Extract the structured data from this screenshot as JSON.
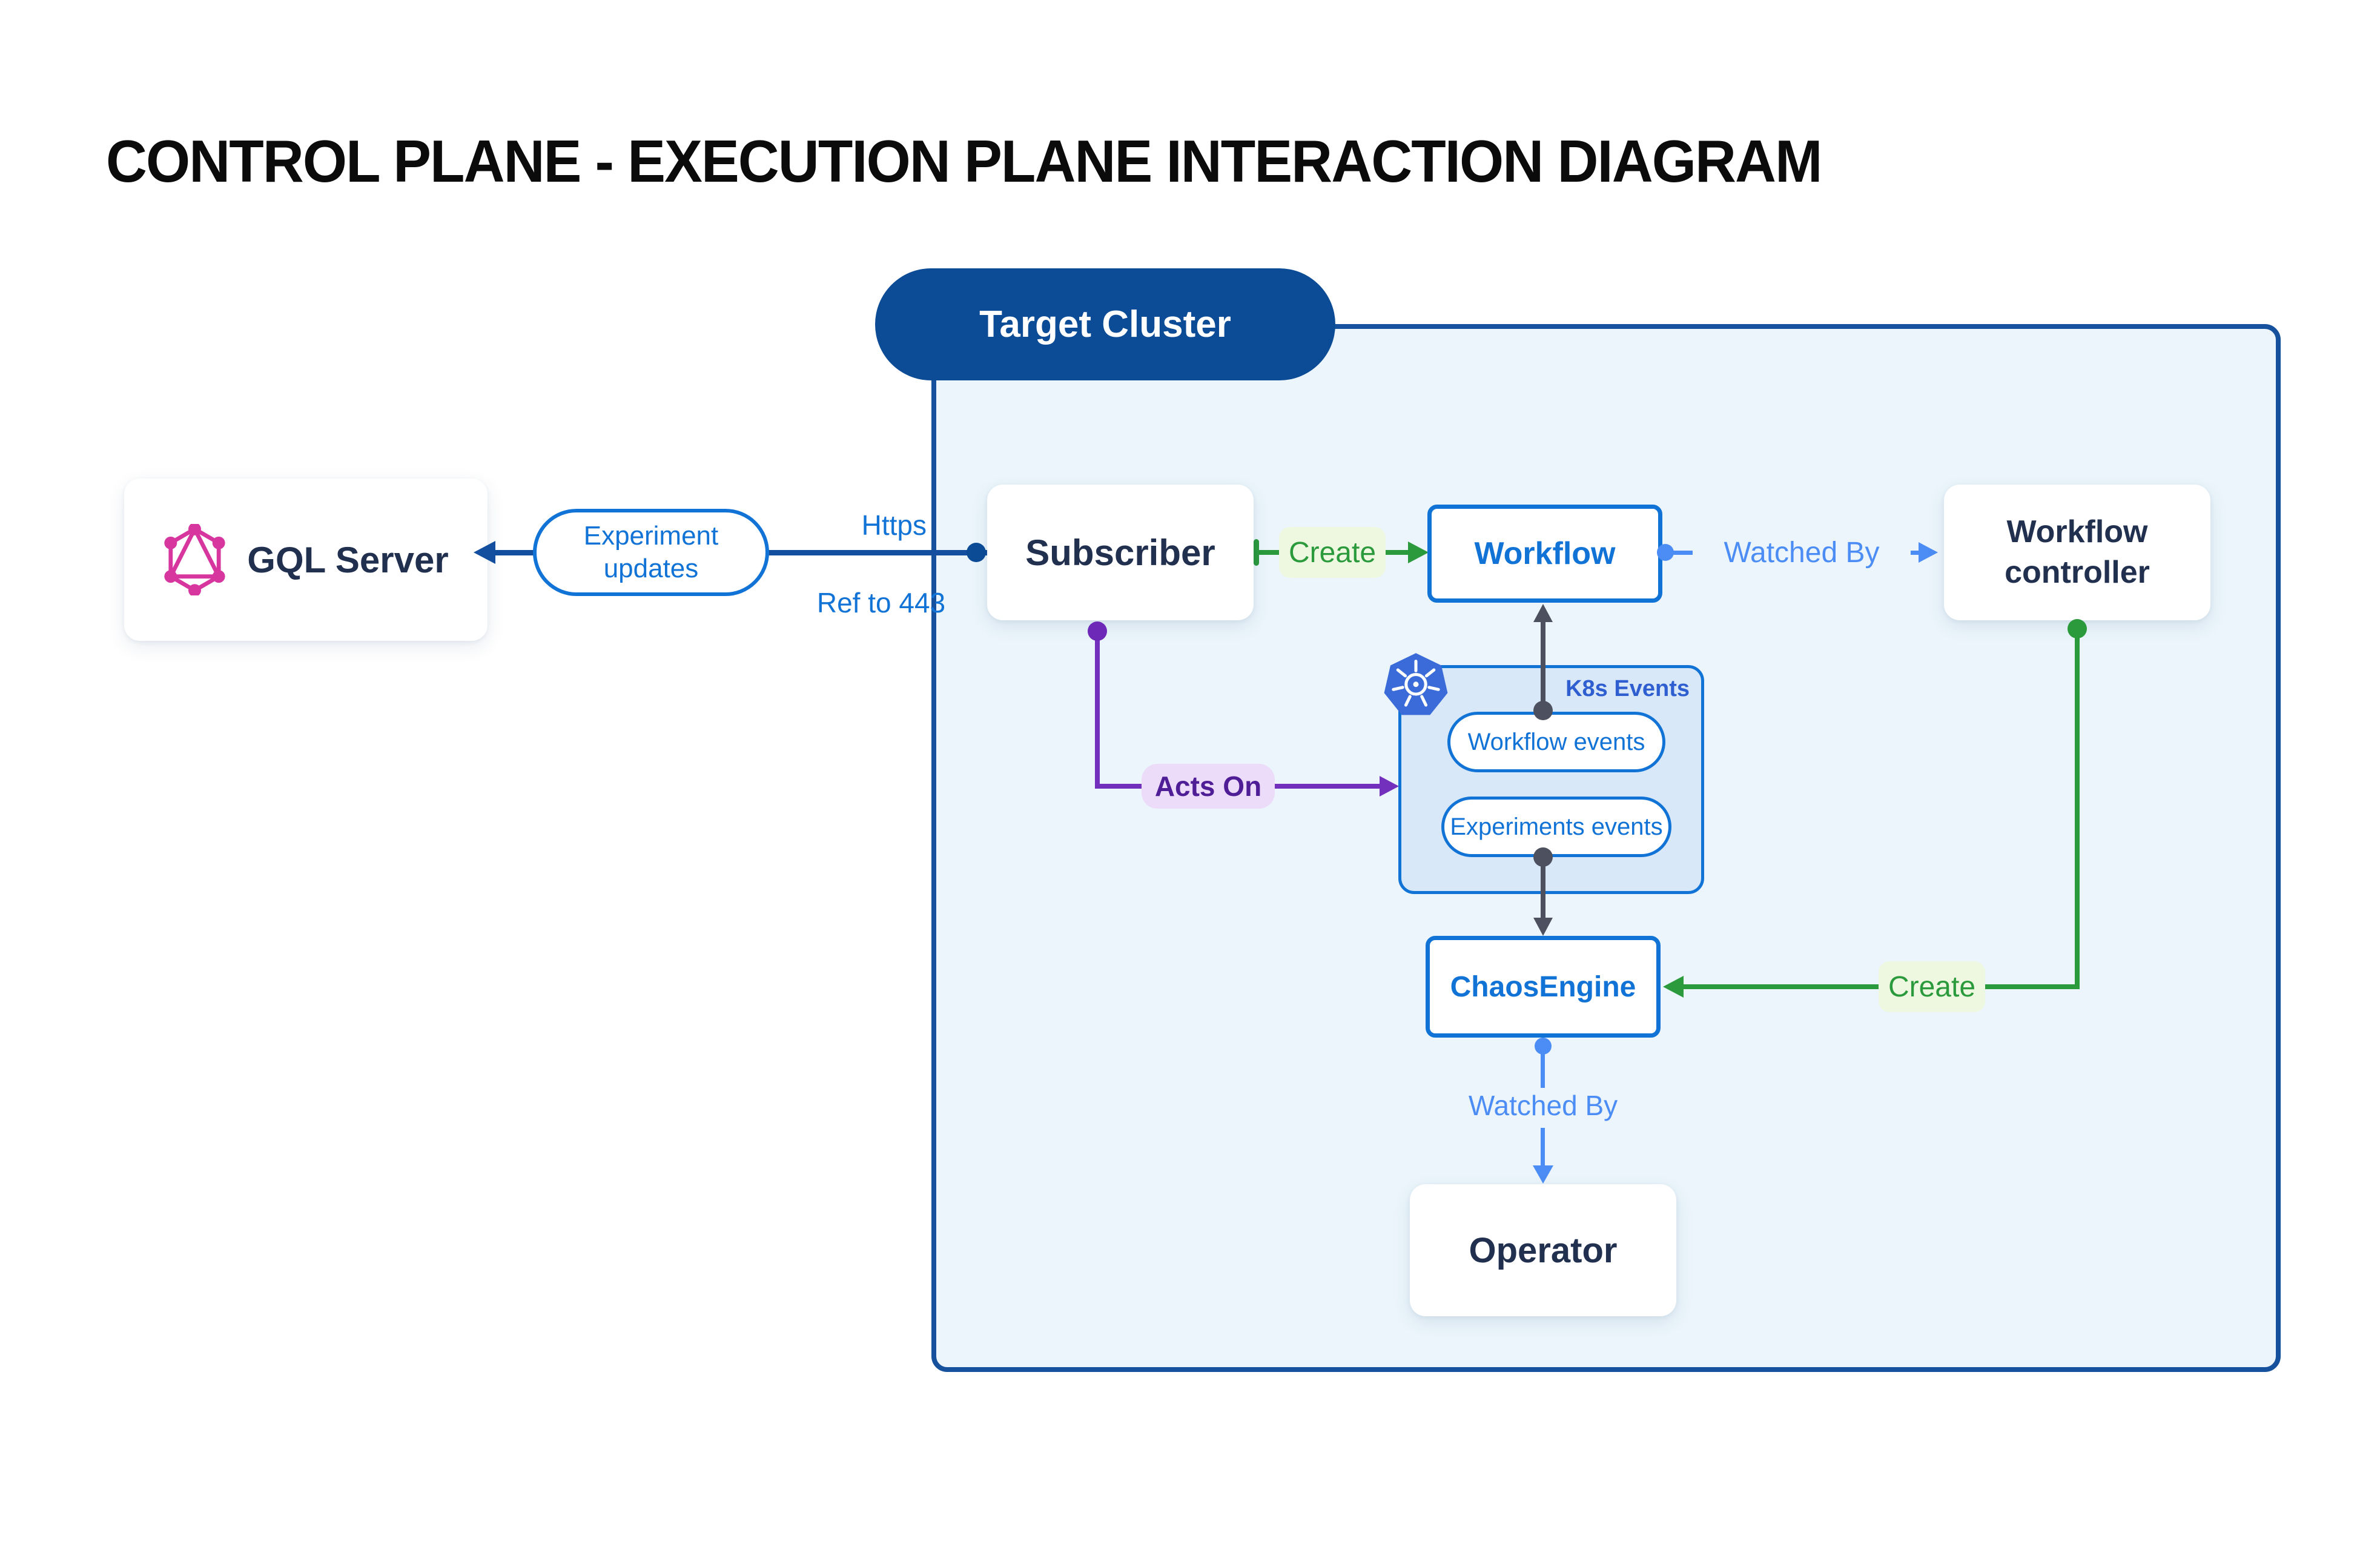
{
  "title": "CONTROL PLANE - EXECUTION PLANE INTERACTION DIAGRAM",
  "cluster": {
    "label": "Target Cluster",
    "k8s_events": {
      "label": "K8s Events",
      "pills": [
        "Workflow events",
        "Experiments events"
      ]
    }
  },
  "nodes": {
    "gql_server": "GQL Server",
    "subscriber": "Subscriber",
    "workflow": "Workflow",
    "workflow_controller": "Workflow controller",
    "chaos_engine": "ChaosEngine",
    "operator": "Operator"
  },
  "edges": {
    "experiment_updates": "Experiment updates",
    "https": "Https",
    "ref_443": "Ref to 443",
    "create_left": "Create",
    "watched_by_top": "Watched By",
    "acts_on": "Acts On",
    "create_right": "Create",
    "watched_by_bottom": "Watched By"
  },
  "icons": {
    "graphql": "graphql-icon",
    "kubernetes": "kubernetes-icon"
  },
  "colors": {
    "title_ink": "#0b0b0b",
    "navy_text": "#22304f",
    "blue": "#1273d6",
    "blue_dark": "#134f9e",
    "pill_dark": "#0c4b96",
    "cluster_border": "#15519d",
    "cluster_fill": "#ebf5fb",
    "k8s_fill": "#d8e8f8",
    "k8s_label": "#2e5ecf",
    "k8s_logo": "#3a6bd9",
    "blue_label": "#4c8df5",
    "green": "#2b9a3c",
    "green_bg": "#eef8e0",
    "purple": "#7330bd",
    "purple_dot": "#6d28b8",
    "purple_text": "#4f1d96",
    "purple_bg": "#ecdcfa",
    "gray": "#4d515f",
    "graphql_pink": "#d6369e"
  }
}
